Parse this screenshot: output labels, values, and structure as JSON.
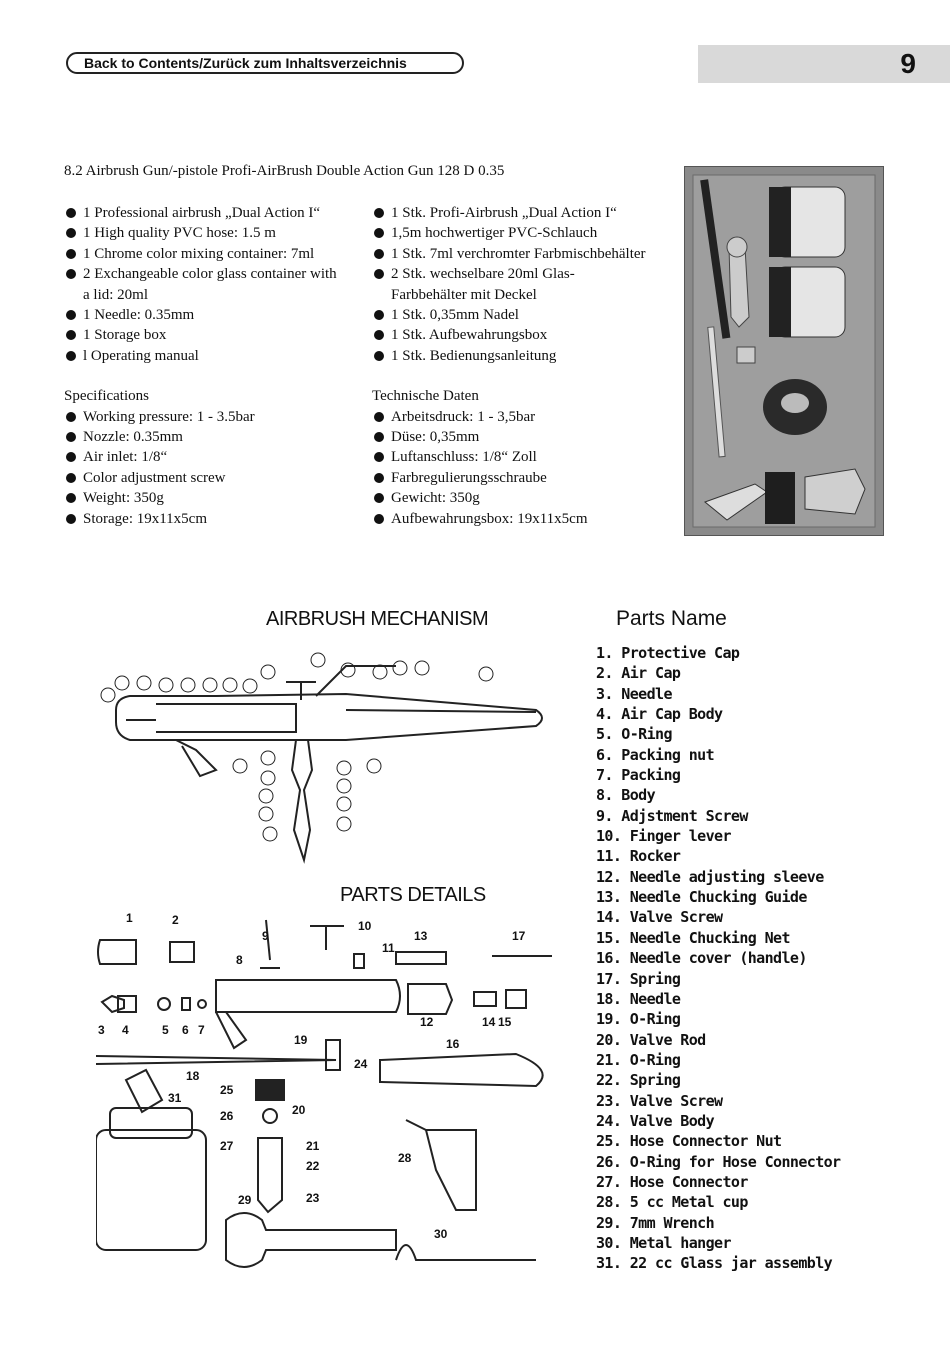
{
  "header": {
    "back_link": "Back to Contents/Zurück zum Inhaltsverzeichnis",
    "page_number": "9"
  },
  "section_title": "8.2 Airbrush Gun/-pistole Profi-AirBrush Double Action Gun 128 D 0.35",
  "left": {
    "contents": [
      "1 Professional airbrush „Dual Action I“",
      "1 High quality PVC hose: 1.5 m",
      "1 Chrome color mixing container: 7ml",
      "2 Exchangeable color glass container with a lid: 20ml",
      "1 Needle: 0.35mm",
      "1 Storage box",
      "l Operating manual"
    ],
    "spec_heading": "Specifications",
    "specs": [
      "Working pressure: 1 - 3.5bar",
      "Nozzle: 0.35mm",
      "Air inlet: 1/8“",
      "Color adjustment screw",
      "Weight: 350g",
      "Storage: 19x11x5cm"
    ]
  },
  "right": {
    "contents": [
      "1 Stk. Profi-Airbrush „Dual Action I“",
      "1,5m hochwertiger PVC-Schlauch",
      "1 Stk. 7ml verchromter Farbmischbehälter",
      "2 Stk. wechselbare 20ml Glas-Farbbehälter mit Deckel",
      "1 Stk. 0,35mm Nadel",
      "1 Stk. Aufbewahrungsbox",
      "1 Stk. Bedienungsanleitung"
    ],
    "spec_heading": "Technische Daten",
    "specs": [
      "Arbeitsdruck: 1 - 3,5bar",
      "Düse: 0,35mm",
      "Luftanschluss: 1/8“ Zoll",
      "Farbregulierungsschraube",
      "Gewicht: 350g",
      "Aufbewahrungsbox: 19x11x5cm"
    ]
  },
  "diagram": {
    "mechanism_title": "AIRBRUSH MECHANISM",
    "details_title": "PARTS DETAILS",
    "parts_title": "Parts Name",
    "parts": [
      "1. Protective Cap",
      "2. Air Cap",
      "3. Needle",
      "4. Air Cap Body",
      "5. O-Ring",
      "6. Packing nut",
      "7. Packing",
      "8. Body",
      "9. Adjstment Screw",
      "10. Finger lever",
      "11. Rocker",
      "12. Needle adjusting sleeve",
      "13. Needle Chucking Guide",
      "14. Valve Screw",
      "15. Needle Chucking Net",
      "16. Needle cover (handle)",
      "17. Spring",
      "18. Needle",
      "19. O-Ring",
      "20. Valve Rod",
      "21. O-Ring",
      "22. Spring",
      "23. Valve Screw",
      "24. Valve Body",
      "25. Hose Connector Nut",
      "26. O-Ring for Hose Connector",
      "27. Hose Connector",
      "28. 5 cc Metal cup",
      "29. 7mm Wrench",
      "30. Metal hanger",
      "31. 22 cc Glass jar assembly"
    ]
  }
}
